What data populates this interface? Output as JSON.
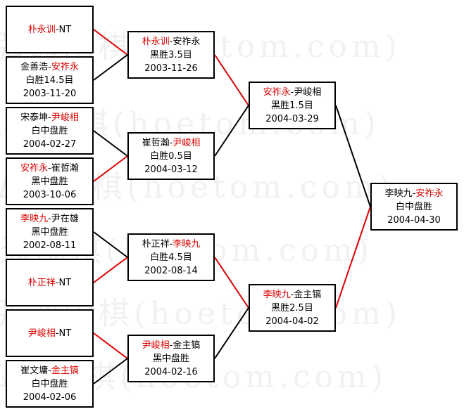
{
  "watermark": "弘通围棋(hoetom.com)",
  "colors": {
    "winner": "#e00000",
    "loser_line": "#000000",
    "winner_line": "#e00000"
  },
  "round1": [
    {
      "p1": "朴永训",
      "sep": "-",
      "p2": "NT",
      "winner": 1,
      "result": "",
      "date": ""
    },
    {
      "p1": "金善浩",
      "sep": "-",
      "p2": "安祚永",
      "winner": 2,
      "result": "白胜14.5目",
      "date": "2003-11-20"
    },
    {
      "p1": "宋泰坤",
      "sep": "-",
      "p2": "尹峻相",
      "winner": 2,
      "result": "白中盘胜",
      "date": "2004-02-27"
    },
    {
      "p1": "安祚永",
      "sep": "-",
      "p2": "崔哲瀚",
      "winner": 1,
      "result": "黑中盘胜",
      "date": "2003-10-06"
    },
    {
      "p1": "李映九",
      "sep": "-",
      "p2": "尹在雄",
      "winner": 1,
      "result": "黑中盘胜",
      "date": "2002-08-11"
    },
    {
      "p1": "朴正祥",
      "sep": "-",
      "p2": "NT",
      "winner": 1,
      "result": "",
      "date": ""
    },
    {
      "p1": "尹峻相",
      "sep": "-",
      "p2": "NT",
      "winner": 1,
      "result": "",
      "date": ""
    },
    {
      "p1": "崔文墉",
      "sep": "-",
      "p2": "金主镐",
      "winner": 2,
      "result": "白中盘胜",
      "date": "2004-02-06"
    }
  ],
  "round2": [
    {
      "p1": "朴永训",
      "sep": "-",
      "p2": "安祚永",
      "winner": 1,
      "result": "黑胜3.5目",
      "date": "2003-11-26"
    },
    {
      "p1": "崔哲瀚",
      "sep": "-",
      "p2": "尹峻相",
      "winner": 2,
      "result": "白胜0.5目",
      "date": "2004-03-12"
    },
    {
      "p1": "朴正祥",
      "sep": "-",
      "p2": "李映九",
      "winner": 2,
      "result": "白胜4.5目",
      "date": "2002-08-14"
    },
    {
      "p1": "尹峻相",
      "sep": "-",
      "p2": "金主镐",
      "winner": 1,
      "result": "黑中盘胜",
      "date": "2004-02-16"
    }
  ],
  "round3": [
    {
      "p1": "安祚永",
      "sep": "-",
      "p2": "尹峻相",
      "winner": 1,
      "result": "黑胜1.5目",
      "date": "2004-03-29"
    },
    {
      "p1": "李映九",
      "sep": "-",
      "p2": "金主镐",
      "winner": 1,
      "result": "黑胜2.5目",
      "date": "2004-04-02"
    }
  ],
  "final": [
    {
      "p1": "李映九",
      "sep": "-",
      "p2": "安祚永",
      "winner": 2,
      "result": "白中盘胜",
      "date": "2004-04-30"
    }
  ]
}
